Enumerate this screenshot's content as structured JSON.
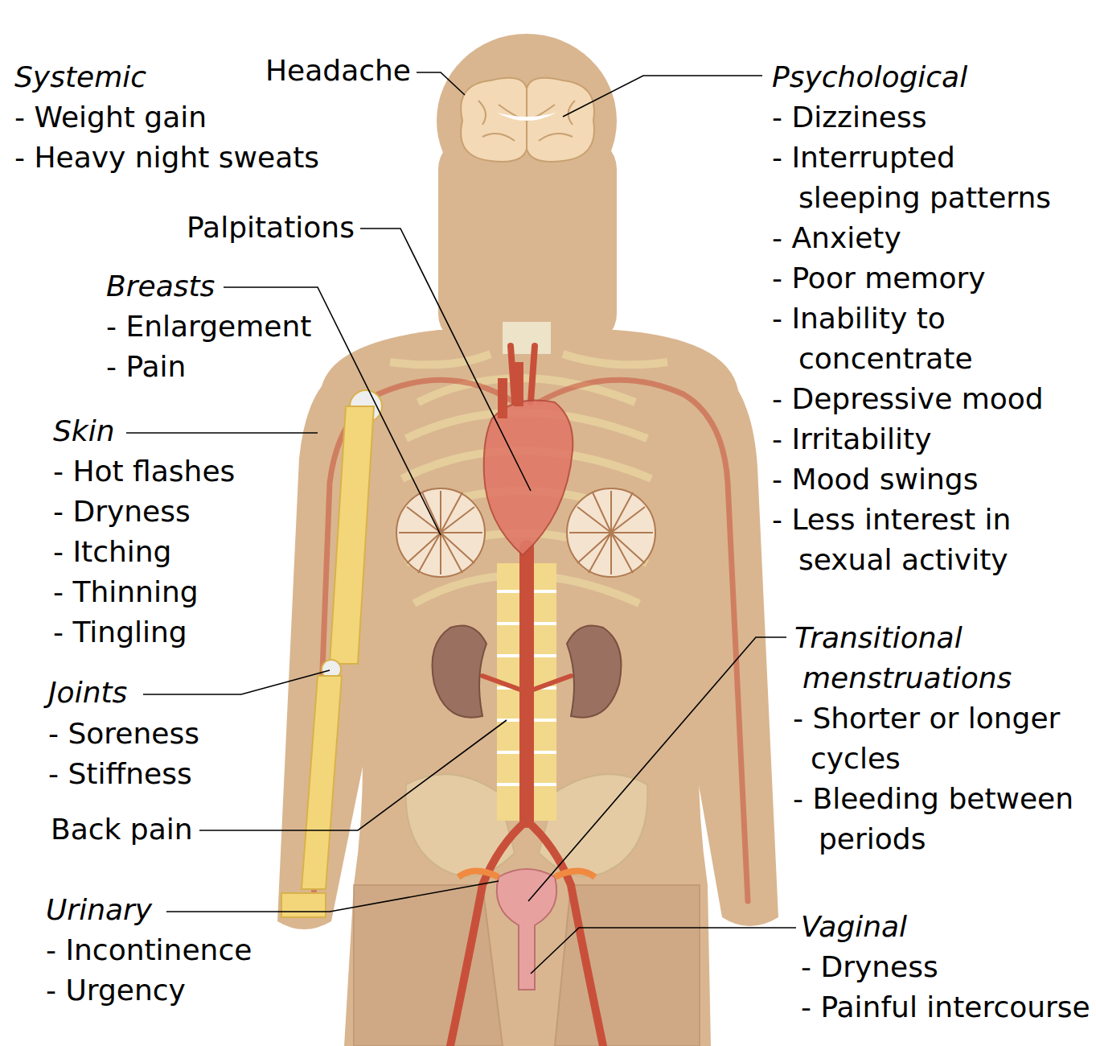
{
  "diagram": {
    "labels": [
      "Systemic",
      "- Weight gain",
      "- Heavy night sweats",
      "Headache",
      "Palpitations",
      "Breasts",
      "- Enlargement",
      "- Pain",
      "Skin",
      "- Hot flashes",
      "- Dryness",
      "- Itching",
      "- Thinning",
      "- Tingling",
      "Joints",
      "- Soreness",
      "- Stiffness",
      "Back pain",
      "Urinary",
      "- Incontinence",
      "- Urgency",
      "Psychological",
      "- Dizziness",
      "- Interrupted sleeping patterns",
      "- Anxiety",
      "- Poor memory",
      "- Inability to concentrate",
      "- Depressive mood",
      "- Irritability",
      "- Mood swings",
      "- Less interest in sexual activity",
      "Transitional menstruations",
      "- Shorter or longer cycles",
      "- Bleeding between periods",
      "Vaginal",
      "- Dryness",
      "- Painful intercourse"
    ]
  }
}
